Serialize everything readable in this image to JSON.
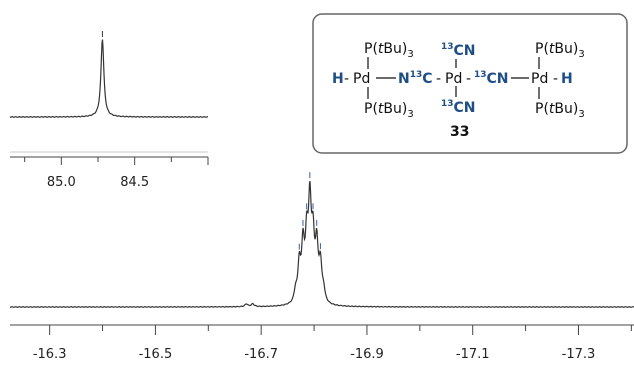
{
  "chart_data": [
    {
      "type": "line",
      "title": "",
      "xlabel": "",
      "ylabel": "",
      "x_reversed": true,
      "xlim": [
        -16.225,
        -17.405
      ],
      "ylim": [
        0,
        1
      ],
      "grid": false,
      "x_ticks": [
        {
          "value": -16.3,
          "label": "-16.3"
        },
        {
          "value": -16.5,
          "label": "-16.5"
        },
        {
          "value": -16.7,
          "label": "-16.7"
        },
        {
          "value": -16.9,
          "label": "-16.9"
        },
        {
          "value": -17.1,
          "label": "-17.1"
        },
        {
          "value": -17.3,
          "label": "-17.3"
        }
      ],
      "series": [
        {
          "color": "#333333",
          "peaks": [
            {
              "x": -16.765,
              "height": 0.12
            },
            {
              "x": -16.772,
              "height": 0.4
            },
            {
              "x": -16.779,
              "height": 0.58
            },
            {
              "x": -16.786,
              "height": 0.62
            },
            {
              "x": -16.792,
              "height": 1.0
            },
            {
              "x": -16.798,
              "height": 0.62
            },
            {
              "x": -16.805,
              "height": 0.58
            },
            {
              "x": -16.812,
              "height": 0.4
            },
            {
              "x": -16.818,
              "height": 0.12
            },
            {
              "x": -16.672,
              "height": 0.03
            },
            {
              "x": -16.684,
              "height": 0.03
            }
          ]
        }
      ],
      "peak_picks": [
        -16.772,
        -16.779,
        -16.786,
        -16.792,
        -16.798,
        -16.805,
        -16.812
      ],
      "peak_pick_color": "#3a5ea8"
    },
    {
      "type": "line",
      "title": "",
      "xlabel": "",
      "ylabel": "",
      "x_reversed": true,
      "xlim": [
        85.35,
        84.0
      ],
      "ylim": [
        0,
        1
      ],
      "grid": false,
      "x_ticks": [
        {
          "value": 85.0,
          "label": "85.0"
        },
        {
          "value": 84.5,
          "label": "84.5"
        }
      ],
      "series": [
        {
          "color": "#333333",
          "peaks": [
            {
              "x": 84.72,
              "height": 1.0
            }
          ]
        }
      ],
      "peak_picks": [
        84.72
      ]
    }
  ],
  "structure": {
    "compound_number": "33",
    "left_top": "P(tBu)3",
    "left_bottom": "P(tBu)3",
    "right_top": "P(tBu)3",
    "right_bottom": "P(tBu)3",
    "hydride": "H",
    "pd": "Pd",
    "cn_label": "CN",
    "nc_label": "N",
    "c_label": "C",
    "isotope": "13",
    "t": "t",
    "bu": "Bu",
    "p_open": "P(",
    "close": ")",
    "sub3": "3"
  }
}
